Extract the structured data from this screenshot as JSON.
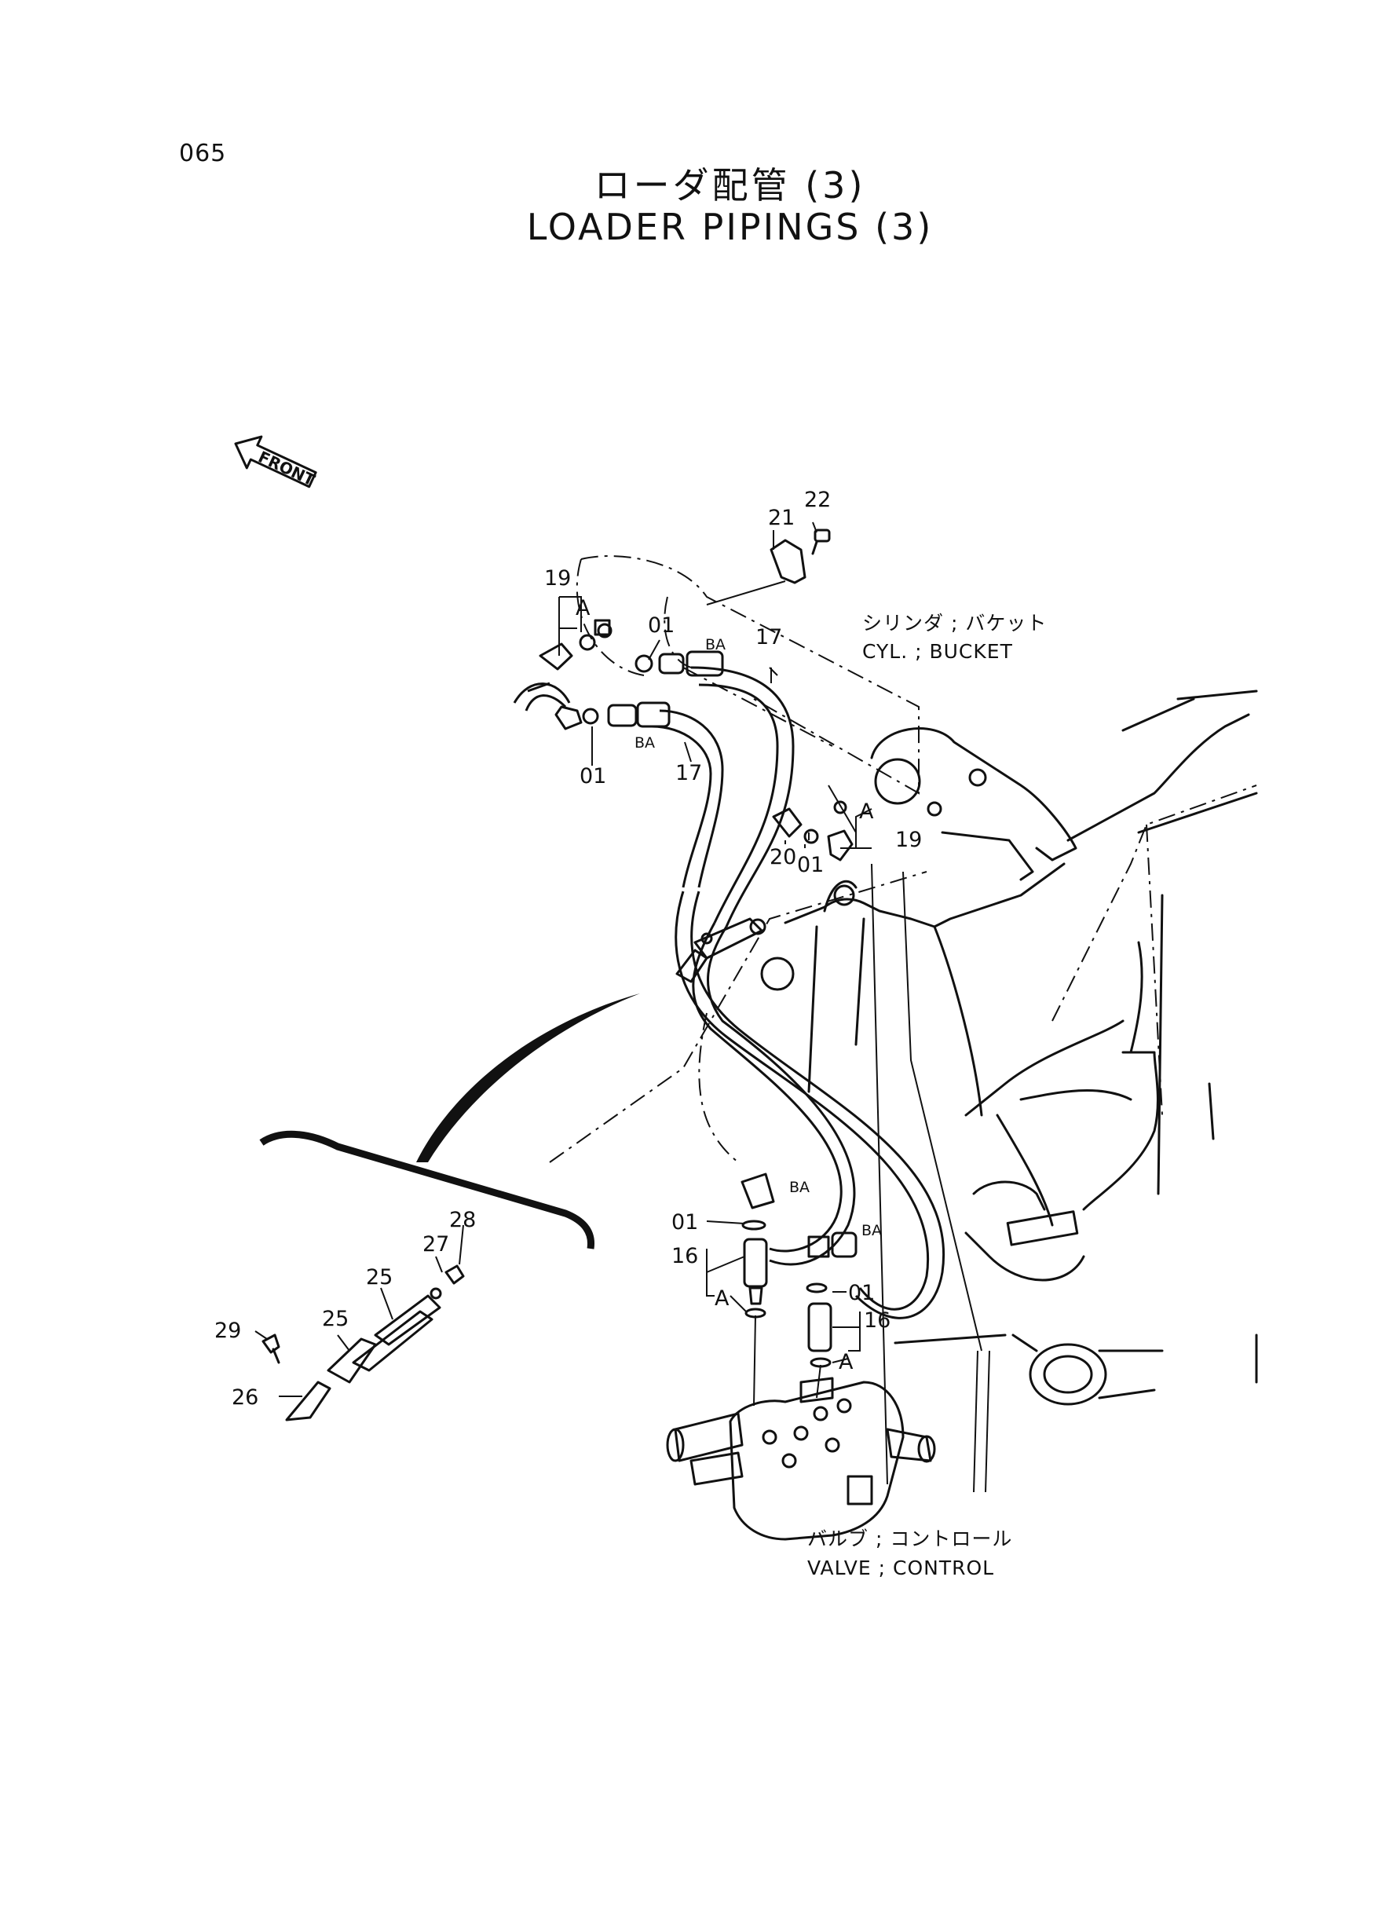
{
  "page_number": "065",
  "title_jp": "ローダ配管 (3)",
  "title_en": "LOADER PIPINGS (3)",
  "front_label": "FRONT",
  "components": {
    "cylinder_jp": "シリンダ ; バケット",
    "cylinder_en": "CYL. ; BUCKET",
    "valve_jp": "バルブ ; コントロール",
    "valve_en": "VALVE ; CONTROL"
  },
  "port_labels": {
    "ba": "BA",
    "a": "A"
  },
  "callouts": {
    "p01": "01",
    "p16": "16",
    "p17": "17",
    "p19": "19",
    "p20": "20",
    "p21": "21",
    "p22": "22",
    "p25": "25",
    "p26": "26",
    "p27": "27",
    "p28": "28",
    "p29": "29"
  }
}
